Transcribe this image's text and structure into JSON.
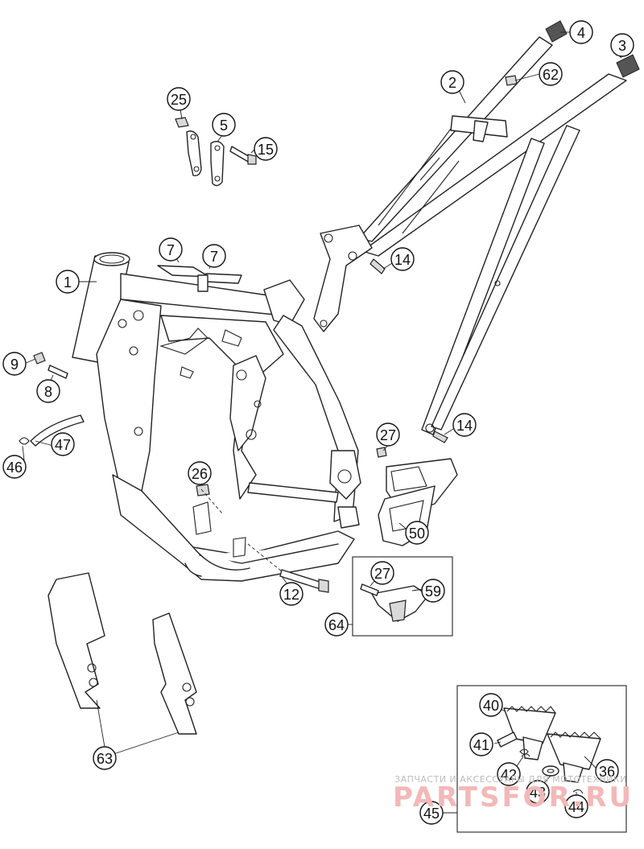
{
  "diagram_type": "exploded parts diagram",
  "callouts": {
    "c1": "1",
    "c2": "2",
    "c3": "3",
    "c4": "4",
    "c5": "5",
    "c7a": "7",
    "c7b": "7",
    "c8": "8",
    "c9": "9",
    "c12": "12",
    "c14a": "14",
    "c14b": "14",
    "c15": "15",
    "c25": "25",
    "c26": "26",
    "c27a": "27",
    "c27b": "27",
    "c36": "36",
    "c40": "40",
    "c41": "41",
    "c42": "42",
    "c43": "43",
    "c44": "44",
    "c45": "45",
    "c46": "46",
    "c47": "47",
    "c50": "50",
    "c59": "59",
    "c62": "62",
    "c63": "63",
    "c64": "64"
  },
  "watermark": {
    "line1": "ЗАПЧАСТИ И АКСЕССУАРЫ ДЛЯ МОТОТЕХНИКИ",
    "line2": "PARTSFOR.RU"
  }
}
